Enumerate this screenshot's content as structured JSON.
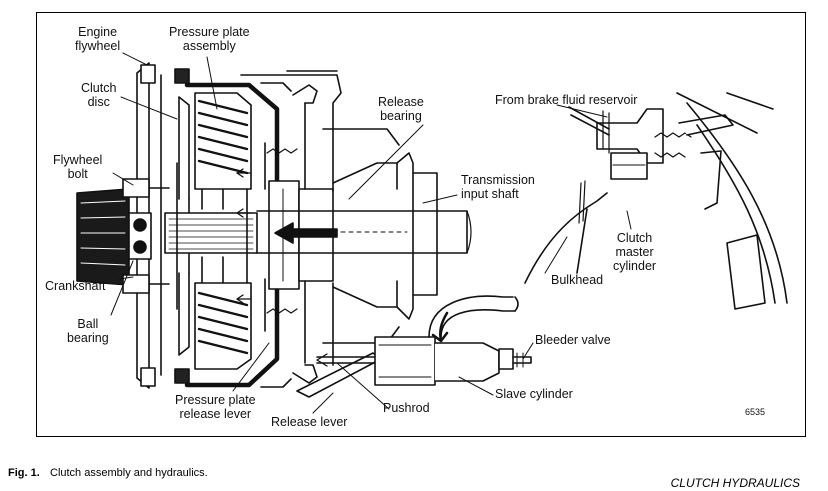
{
  "labels": {
    "engine_flywheel": "Engine\nflywheel",
    "pressure_plate_assembly": "Pressure plate\nassembly",
    "clutch_disc": "Clutch\ndisc",
    "release_bearing": "Release\nbearing",
    "from_brake_fluid_reservoir": "From brake fluid reservoir",
    "flywheel_bolt": "Flywheel\nbolt",
    "transmission_input_shaft": "Transmission\ninput shaft",
    "clutch_master_cylinder": "Clutch\nmaster\ncylinder",
    "bulkhead": "Bulkhead",
    "crankshaft": "Crankshaft",
    "ball_bearing": "Ball\nbearing",
    "bleeder_valve": "Bleeder valve",
    "slave_cylinder": "Slave cylinder",
    "pushrod": "Pushrod",
    "pressure_plate_release_lever": "Pressure plate\nrelease lever",
    "release_lever": "Release lever",
    "figure_code": "6535"
  },
  "caption": {
    "figure_number": "Fig. 1.",
    "text": "Clutch assembly and hydraulics."
  },
  "section_title": "CLUTCH HYDRAULICS"
}
